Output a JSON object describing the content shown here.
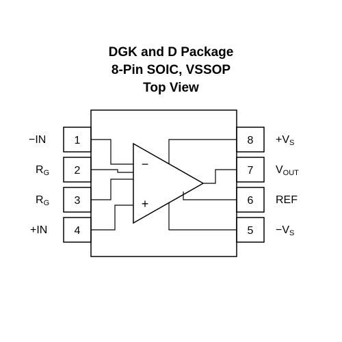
{
  "title": {
    "line1": "DGK and D Package",
    "line2": "8-Pin SOIC, VSSOP",
    "line3": "Top View"
  },
  "pins": [
    {
      "number": "1",
      "name": "−IN",
      "sub": ""
    },
    {
      "number": "2",
      "name": "R",
      "sub": "G"
    },
    {
      "number": "3",
      "name": "R",
      "sub": "G"
    },
    {
      "number": "4",
      "name": "+IN",
      "sub": ""
    },
    {
      "number": "5",
      "name": "−V",
      "sub": "S"
    },
    {
      "number": "6",
      "name": "REF",
      "sub": ""
    },
    {
      "number": "7",
      "name": "V",
      "sub": "OUT"
    },
    {
      "number": "8",
      "name": "+V",
      "sub": "S"
    }
  ],
  "amplifier": {
    "inverting_symbol": "−",
    "noninverting_symbol": "+"
  }
}
